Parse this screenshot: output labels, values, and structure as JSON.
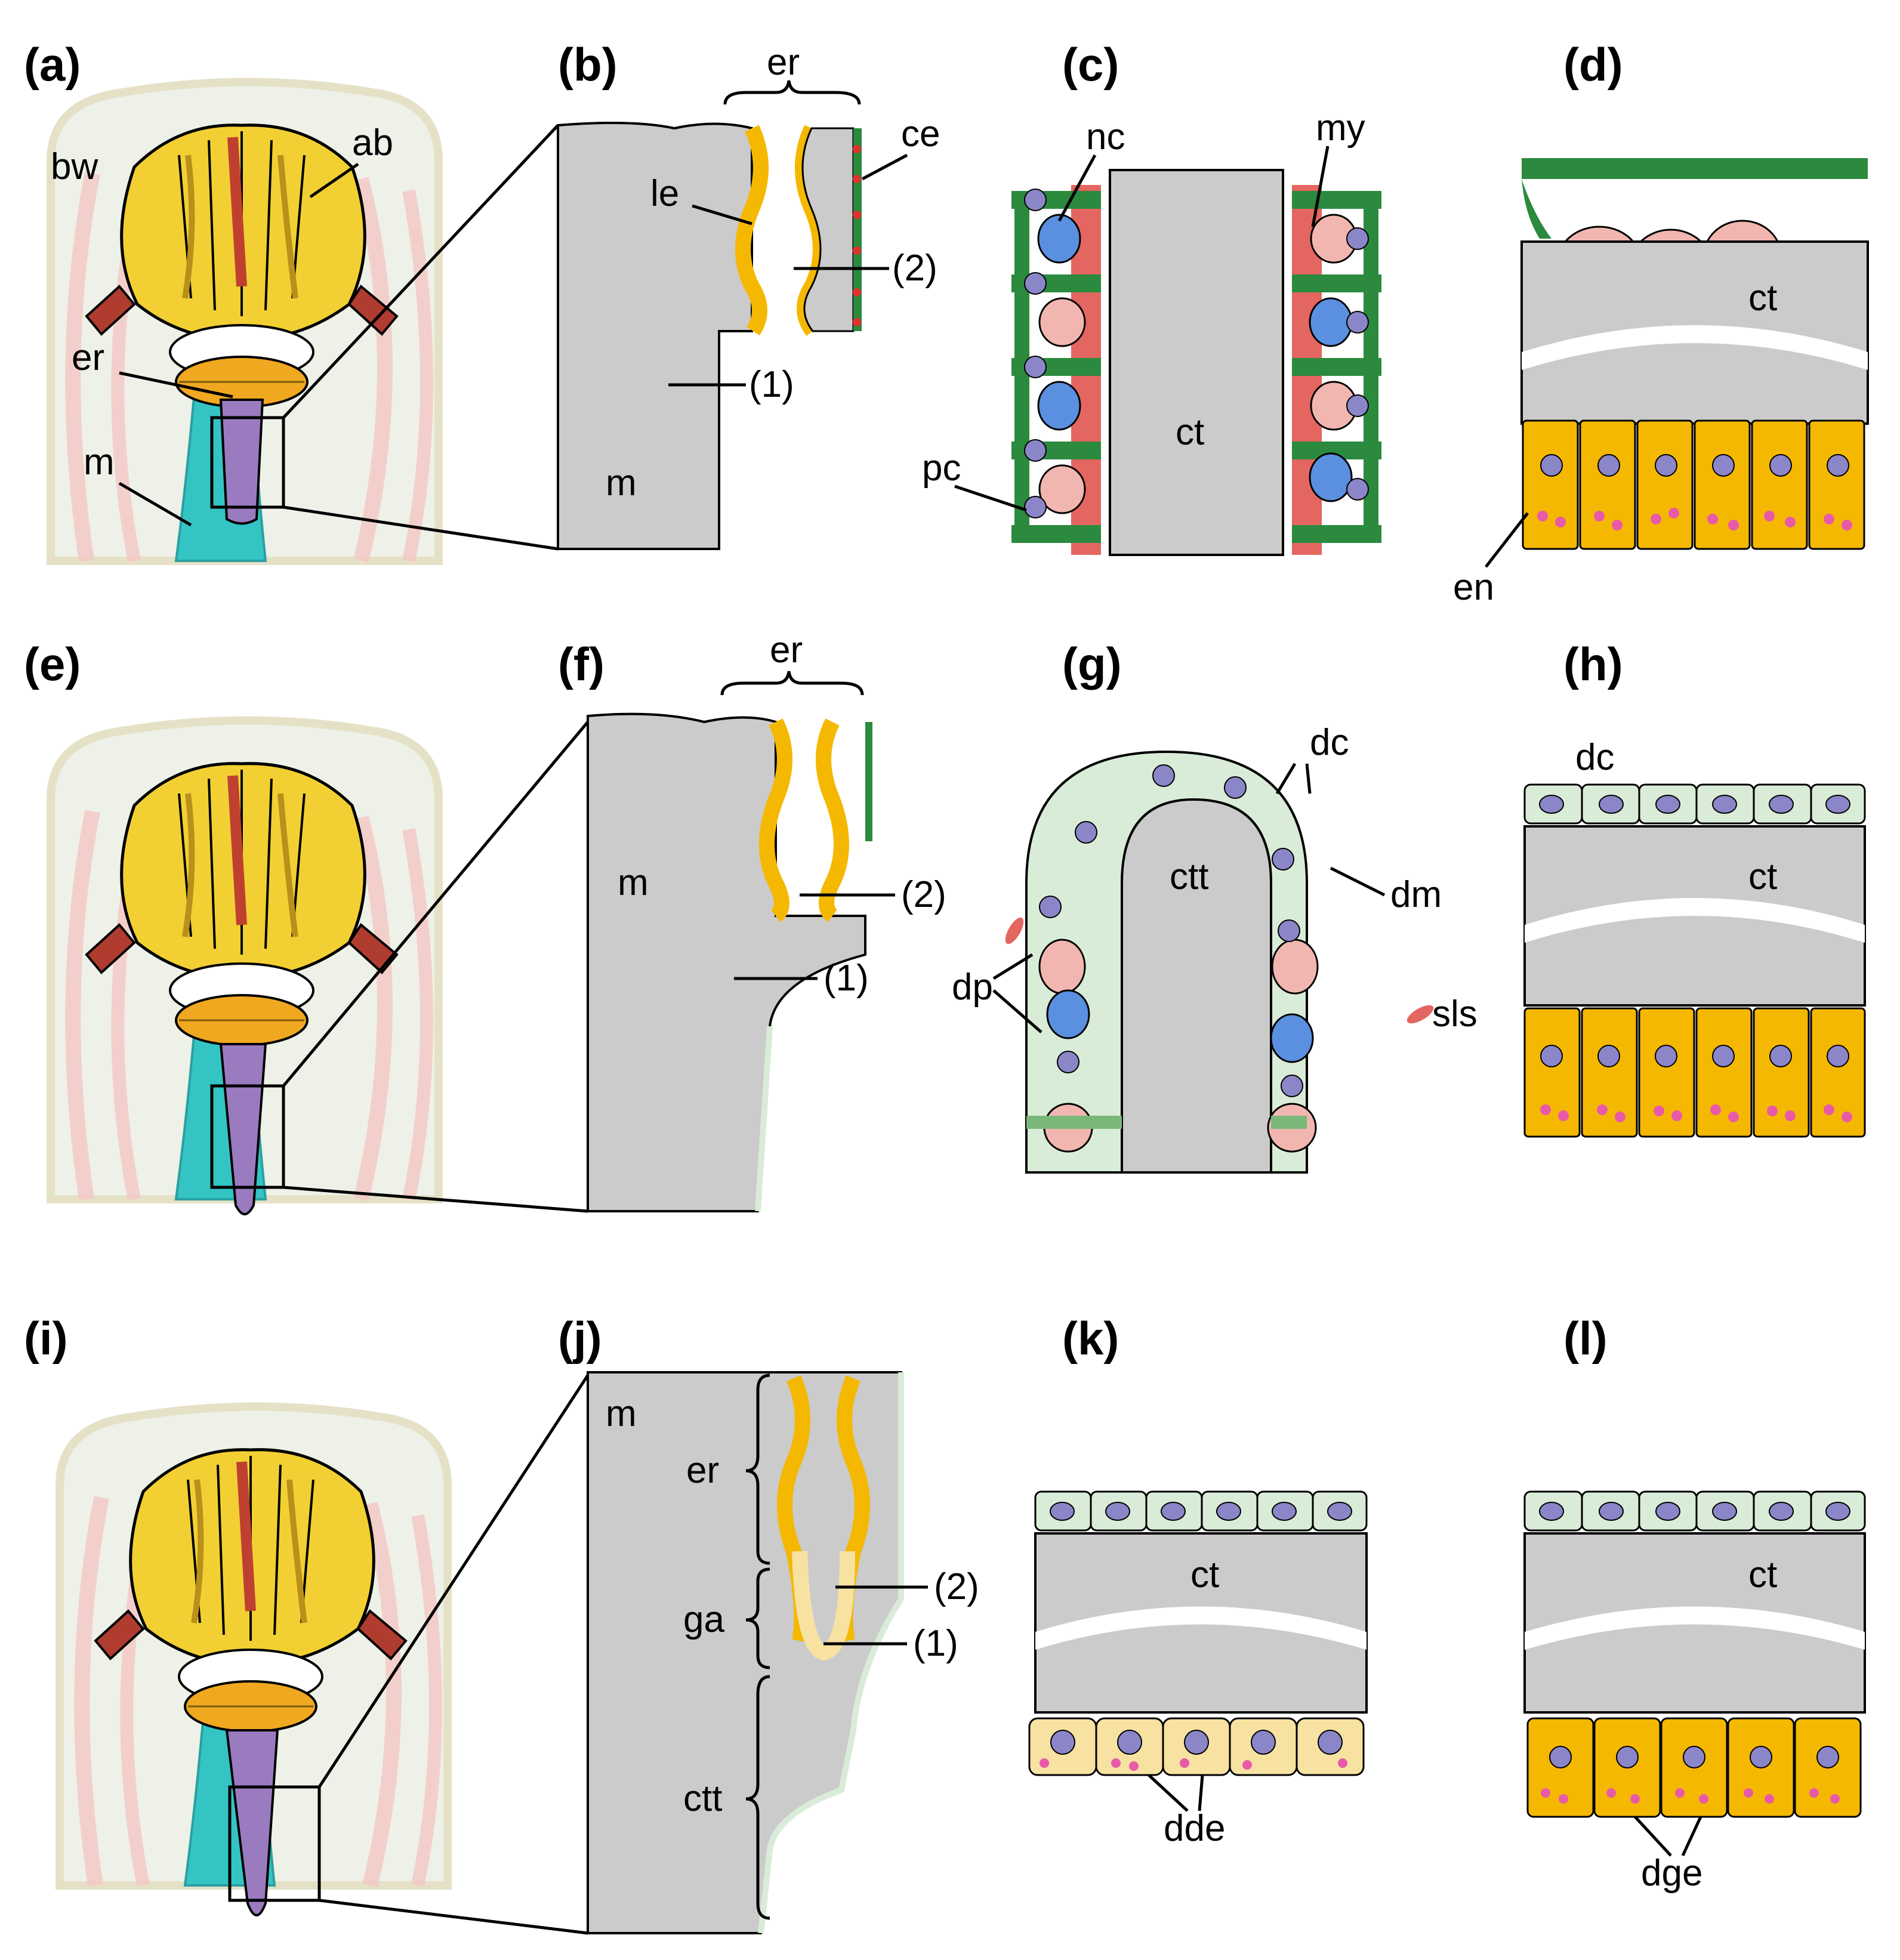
{
  "panels": {
    "a": {
      "letter": "(a)",
      "bw": "bw",
      "ab": "ab",
      "er": "er",
      "m": "m"
    },
    "b": {
      "letter": "(b)",
      "er": "er",
      "le": "le",
      "ce": "ce",
      "l2": "(2)",
      "l1": "(1)",
      "m": "m"
    },
    "c": {
      "letter": "(c)",
      "nc": "nc",
      "my": "my",
      "ct": "ct",
      "pc": "pc"
    },
    "d": {
      "letter": "(d)",
      "ct": "ct",
      "en": "en"
    },
    "e": {
      "letter": "(e)"
    },
    "f": {
      "letter": "(f)",
      "er": "er",
      "m": "m",
      "l2": "(2)",
      "l1": "(1)"
    },
    "g": {
      "letter": "(g)",
      "dc": "dc",
      "ctt": "ctt",
      "dm": "dm",
      "dp": "dp",
      "sls": "sls"
    },
    "h": {
      "letter": "(h)",
      "dc": "dc",
      "ct": "ct"
    },
    "i": {
      "letter": "(i)"
    },
    "j": {
      "letter": "(j)",
      "m": "m",
      "er": "er",
      "ga": "ga",
      "ctt": "ctt",
      "l2": "(2)",
      "l1": "(1)"
    },
    "k": {
      "letter": "(k)",
      "ct": "ct",
      "dde": "dde"
    },
    "l": {
      "letter": "(l)",
      "ct": "ct",
      "dge": "dge"
    }
  },
  "colors": {
    "tissue_gray": "#cbcbcb",
    "mesentery_teal": "#34c4c4",
    "organ_purple": "#9a7bc0",
    "aboral_yellow": "#f2d033",
    "epithelium_orange": "#f5b800",
    "pale_yellow": "#f7e2a2",
    "pc_green": "#2b8a3e",
    "pale_green": "#d9ecd7",
    "myocyte_pink": "#f2b6b0",
    "muscle_red": "#e46660",
    "nerve_blue": "#5b8fe0",
    "nucleus_violet": "#8b86c8",
    "granule_pink": "#e85aa8"
  }
}
